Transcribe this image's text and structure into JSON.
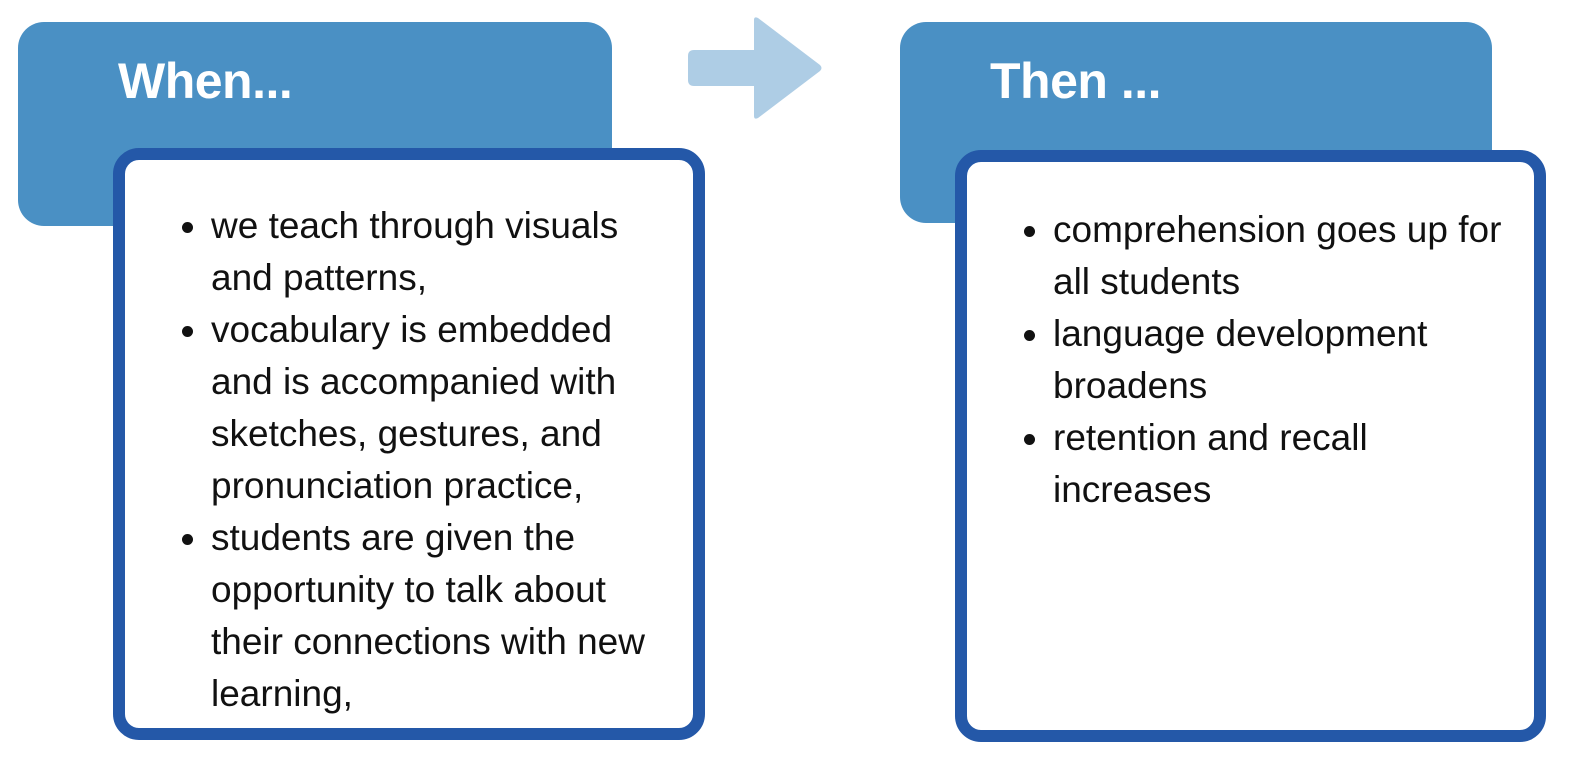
{
  "diagram": {
    "type": "when-then-two-panel",
    "colors": {
      "banner_blue": "#4a90c4",
      "card_border_blue": "#2458a8",
      "arrow_light_blue": "#aecde5",
      "card_background": "#ffffff",
      "body_text": "#111111",
      "banner_text": "#ffffff",
      "page_background": "#ffffff"
    },
    "connector": {
      "icon": "right-arrow-icon",
      "direction": "right",
      "color": "#aecde5"
    },
    "panels": [
      {
        "id": "when",
        "title": "When...",
        "bullets": [
          "we teach through visuals and patterns,",
          "vocabulary is embedded and is accompanied with sketches, gestures, and pronunciation practice,",
          "students are given the opportunity to talk about their connections with new learning,"
        ]
      },
      {
        "id": "then",
        "title": "Then ...",
        "bullets": [
          "comprehension goes up for all students",
          "language development broadens",
          "retention and recall increases"
        ]
      }
    ]
  }
}
